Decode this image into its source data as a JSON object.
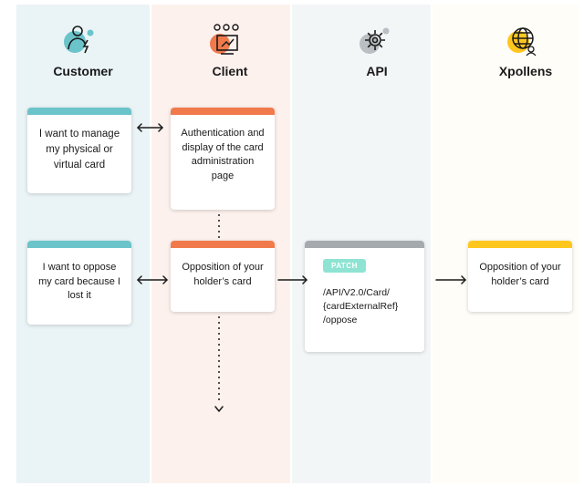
{
  "lanes": [
    {
      "id": "customer",
      "title": "Customer",
      "icon": "customer-icon"
    },
    {
      "id": "client",
      "title": "Client",
      "icon": "client-group-icon"
    },
    {
      "id": "api",
      "title": "API",
      "icon": "gear-icon"
    },
    {
      "id": "xpollens",
      "title": "Xpollens",
      "icon": "globe-icon"
    }
  ],
  "cards": {
    "customer_manage": "I want to manage my physical or virtual card",
    "client_auth": "Authentication and display of the card administration page",
    "customer_oppose": "I want to oppose my card because I lost it",
    "client_opposition": "Opposition of your holder’s card",
    "api_method": "PATCH",
    "api_endpoint": [
      "/API/V2.0/Card/",
      "{cardExternalRef}",
      "/oppose"
    ],
    "xpollens_opposition": "Opposition of your holder’s card"
  },
  "colors": {
    "customer": "#6bc4c9",
    "client": "#f07a4c",
    "api": "#a4aaad",
    "xpollens": "#ffc71e",
    "patch_badge": "#8fe3d2"
  }
}
